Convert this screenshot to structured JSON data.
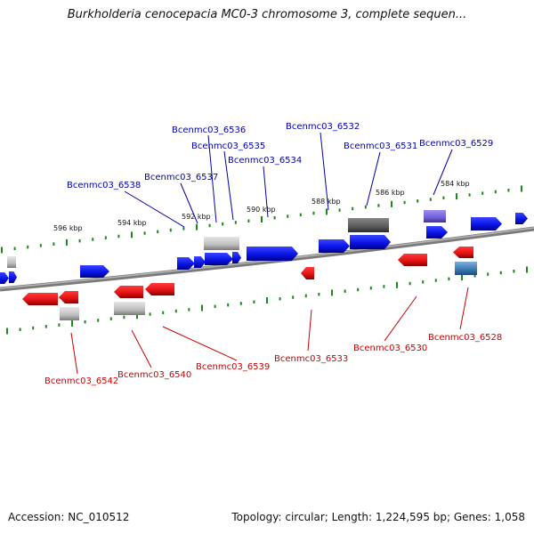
{
  "title": "Burkholderia cenocepacia MC0-3 chromosome 3, complete sequen...",
  "footer": {
    "accession": "Accession: NC_010512",
    "summary": "Topology: circular; Length: 1,224,595 bp; Genes: 1,058"
  },
  "colors": {
    "forward_label": "#0000aa",
    "reverse_label": "#cc0000",
    "forward_gene": "#0a14e6",
    "reverse_gene": "#e61414",
    "ruler_tick": "#1a8a1a",
    "backbone": "#808080"
  },
  "ruler_top": [
    {
      "label": "596 kbp"
    },
    {
      "label": "594 kbp"
    },
    {
      "label": "592 kbp"
    },
    {
      "label": "590 kbp"
    },
    {
      "label": "588 kbp"
    },
    {
      "label": "586 kbp"
    },
    {
      "label": "584 kbp"
    }
  ],
  "labels_forward": [
    {
      "name": "Bcenmc03_6538"
    },
    {
      "name": "Bcenmc03_6537"
    },
    {
      "name": "Bcenmc03_6536"
    },
    {
      "name": "Bcenmc03_6535"
    },
    {
      "name": "Bcenmc03_6534"
    },
    {
      "name": "Bcenmc03_6532"
    },
    {
      "name": "Bcenmc03_6531"
    },
    {
      "name": "Bcenmc03_6529"
    }
  ],
  "labels_reverse": [
    {
      "name": "Bcenmc03_6542"
    },
    {
      "name": "Bcenmc03_6540"
    },
    {
      "name": "Bcenmc03_6539"
    },
    {
      "name": "Bcenmc03_6533"
    },
    {
      "name": "Bcenmc03_6530"
    },
    {
      "name": "Bcenmc03_6528"
    }
  ]
}
